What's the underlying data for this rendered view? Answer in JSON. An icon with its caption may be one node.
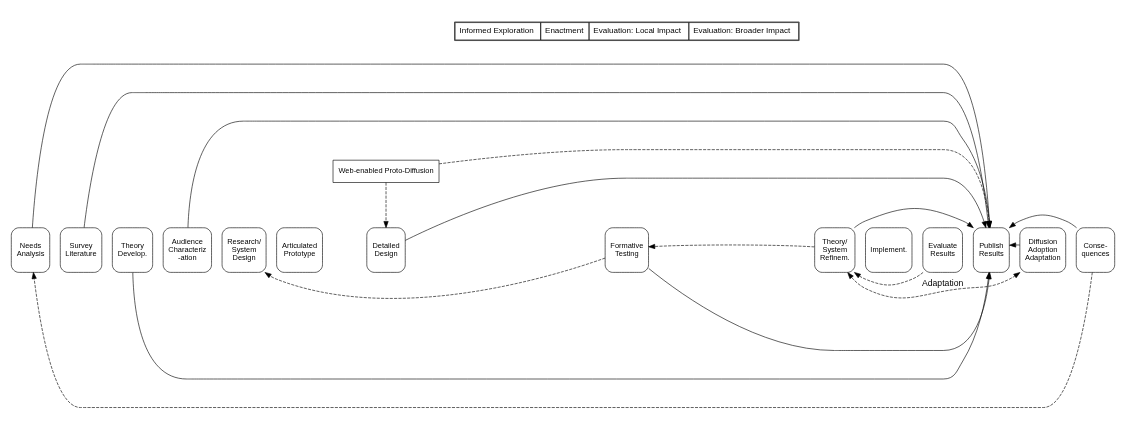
{
  "diagram": {
    "nodes": [
      {
        "text": [
          "Needs Analysis"
        ]
      },
      {
        "text": [
          "Survey Literature"
        ]
      },
      {
        "text": [
          "Theory Develop."
        ]
      },
      {
        "text": [
          "Audience Characteriz -ation"
        ]
      },
      {
        "text": [
          "Research/ System Design"
        ]
      },
      {
        "text": [
          "Articulated Prototype"
        ]
      },
      {
        "text": [
          "Detailed Design"
        ]
      },
      {
        "text": [
          "Formative Testing"
        ]
      },
      {
        "text": [
          "Theory/ System Refinem."
        ]
      },
      {
        "text": [
          "Implement."
        ]
      },
      {
        "text": [
          "Evaluate Results"
        ]
      },
      {
        "text": [
          "Publish Results"
        ]
      },
      {
        "text": [
          "Diffusion Adoption Adaptation"
        ]
      },
      {
        "text": [
          "Conse- quences"
        ]
      },
      {
        "text": [
          "Web-enabled Proto-Diffusion"
        ]
      }
    ],
    "edges": [
      {
        "from": 0,
        "to": 11,
        "arrow": "to"
      },
      {
        "from": 1,
        "to": 11,
        "arrow": "to"
      },
      {
        "from": 2,
        "to": 11,
        "arrow": "to"
      },
      {
        "from": 3,
        "to": 11,
        "arrow": "to"
      },
      {
        "from": 6,
        "to": 11,
        "arrow": "to"
      },
      {
        "from": 7,
        "to": 11,
        "arrow": "to"
      },
      {
        "from": 8,
        "to": 11,
        "arrow": "to"
      },
      {
        "from": 12,
        "to": 11,
        "arrow": "to"
      },
      {
        "from": 13,
        "to": 11,
        "arrow": "to"
      },
      {
        "from": 13,
        "to": 0,
        "arrow": "to",
        "style": "dashed"
      },
      {
        "from": 14,
        "to": 6,
        "arrow": "to",
        "style": "dashed"
      },
      {
        "from": 14,
        "to": 11,
        "arrow": "to",
        "style": "dashed"
      },
      {
        "from": 8,
        "to": 12,
        "arrow": "both",
        "style": "dashed",
        "label": "Adaptation"
      },
      {
        "from": 10,
        "to": 8,
        "arrow": "to",
        "style": "dashed"
      },
      {
        "from": 8,
        "to": 7,
        "arrow": "to",
        "style": "dashed"
      },
      {
        "from": 7,
        "to": 4,
        "arrow": "to",
        "style": "dashed"
      }
    ],
    "labels": [
      "Informed Exploration",
      "Enactment",
      "Evaluation: Local Impact",
      "Evaluation: Broader Impact"
    ]
  }
}
